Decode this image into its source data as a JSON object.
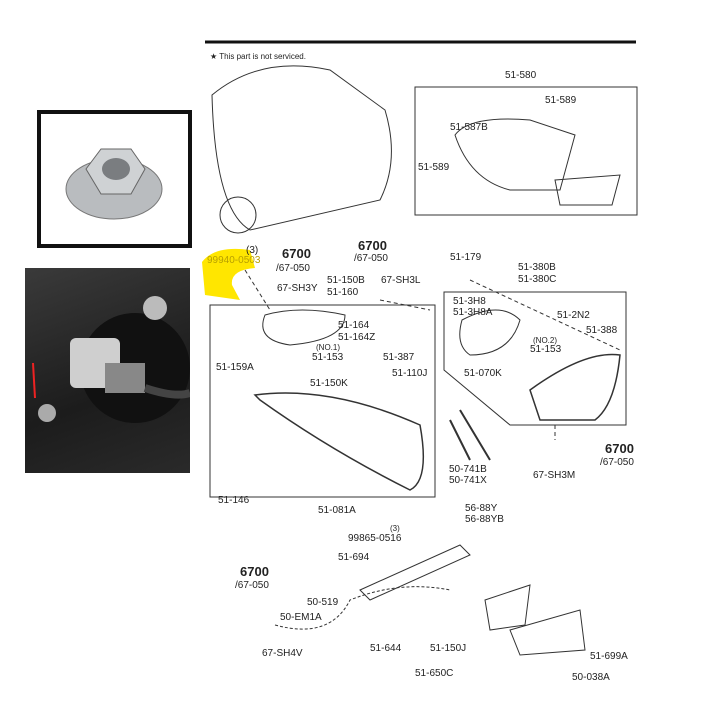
{
  "note": "★ This part is not serviced.",
  "labels": {
    "p51_580": "51-580",
    "p51_589a": "51-589",
    "p51_587B": "51-587B",
    "p51_589b": "51-589",
    "p99940": "99940-0503",
    "q3a": "(3)",
    "ref6700a": "6700",
    "ref67050a": "/67-050",
    "p67SH3Y": "67-SH3Y",
    "ref6700b": "6700",
    "ref67050b": "/67-050",
    "p67SH3L": "67-SH3L",
    "p51_150B": "51-150B",
    "p51_160": "51-160",
    "p51_164": "51-164",
    "p51_164Z": "51-164Z",
    "no1": "(NO.1)",
    "p51_153a": "51-153",
    "p51_387": "51-387",
    "p51_159A": "51-159A",
    "p51_110J": "51-110J",
    "p51_150K": "51-150K",
    "p51_146": "51-146",
    "p51_081A": "51-081A",
    "p51_179": "51-179",
    "p51_380B": "51-380B",
    "p51_380C": "51-380C",
    "p51_3H8": "51-3H8",
    "p51_3H8A": "51-3H8A",
    "p51_2N2": "51-2N2",
    "p51_388": "51-388",
    "no2": "(NO.2)",
    "p51_153b": "51-153",
    "p51_070K": "51-070K",
    "ref6700c": "6700",
    "ref67050c": "/67-050",
    "p67SH3M": "67-SH3M",
    "p50_741B": "50-741B",
    "p50_741X": "50-741X",
    "p56_88Y": "56-88Y",
    "p56_88YB": "56-88YB",
    "p99865": "99865-0516",
    "q3b": "(3)",
    "p51_694": "51-694",
    "ref6700d": "6700",
    "ref67050d": "/67-050",
    "p50_519": "50-519",
    "p50_EM1A": "50-EM1A",
    "p67SH4V": "67-SH4V",
    "p51_644": "51-644",
    "p51_150J": "51-150J",
    "p51_650C": "51-650C",
    "p51_699A": "51-699A",
    "p50_038A": "50-038A"
  },
  "colors": {
    "highlight": "#ffe600",
    "line": "#333333"
  }
}
